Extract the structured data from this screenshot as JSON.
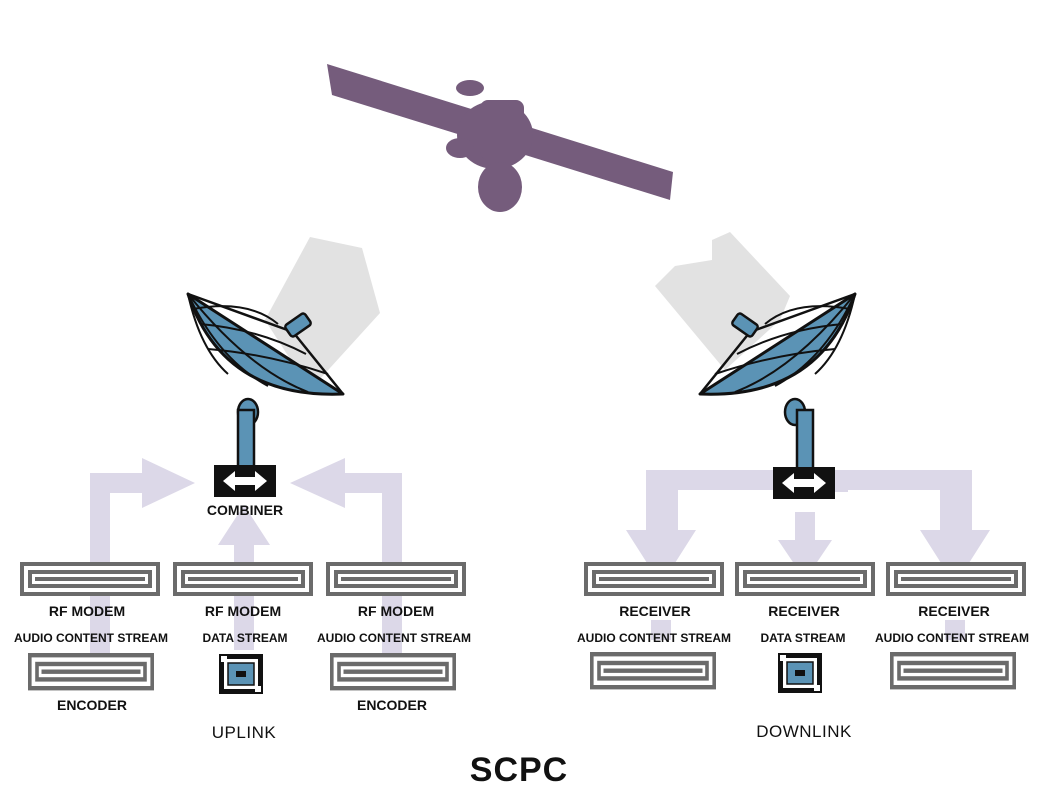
{
  "title": "SCPC",
  "uplink": {
    "section_label": "UPLINK",
    "combiner_label": "COMBINER",
    "modems": [
      {
        "label": "RF MODEM",
        "stream": "AUDIO CONTENT STREAM",
        "source": "ENCODER"
      },
      {
        "label": "RF MODEM",
        "stream": "DATA STREAM",
        "source": ""
      },
      {
        "label": "RF MODEM",
        "stream": "AUDIO CONTENT STREAM",
        "source": "ENCODER"
      }
    ]
  },
  "downlink": {
    "section_label": "DOWNLINK",
    "receivers": [
      {
        "label": "RECEIVER",
        "stream": "AUDIO CONTENT STREAM"
      },
      {
        "label": "RECEIVER",
        "stream": "DATA STREAM"
      },
      {
        "label": "RECEIVER",
        "stream": "AUDIO CONTENT STREAM"
      }
    ]
  },
  "colors": {
    "satellite": "#755c7c",
    "dish": "#5b93b5",
    "arrow": "#dcd8e8",
    "beam": "#e2e2e2",
    "device": "#6b6b6b"
  },
  "icons": {
    "satellite": "satellite-icon",
    "dish": "satellite-dish-icon",
    "switch": "bidirectional-switch-icon",
    "data_source": "data-module-icon"
  }
}
